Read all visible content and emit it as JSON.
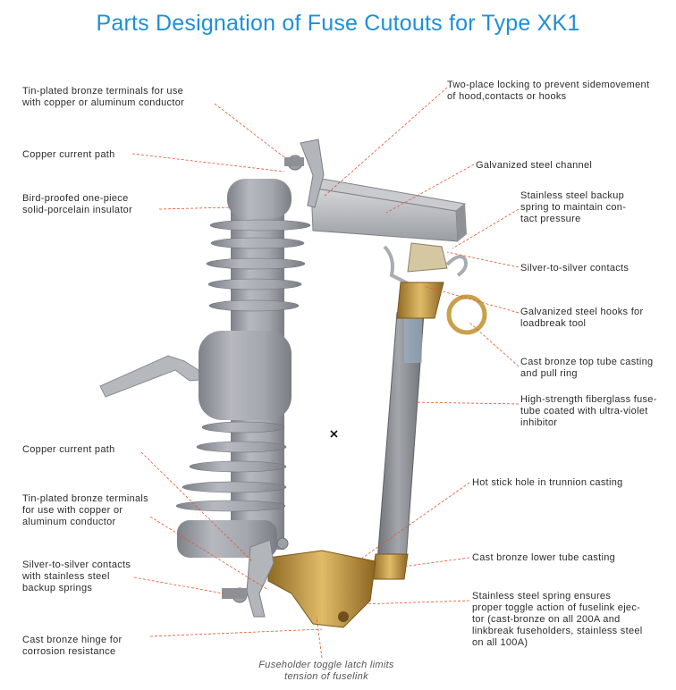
{
  "title": "Parts Designation of Fuse Cutouts for Type XK1",
  "colors": {
    "title": "#1f8fd6",
    "leader": "#e4572e",
    "porcelain": "#9fa3aa",
    "bronze": "#c8a04a",
    "steel": "#b9bcc0",
    "tube": "#8d9196"
  },
  "labels": {
    "tin_top": "Tin-plated bronze terminals for use\nwith copper or aluminum conductor",
    "copper_top": "Copper current path",
    "insulator": "Bird-proofed one-piece\nsolid-porcelain insulator",
    "copper_bottom": "Copper current path",
    "tin_bottom": "Tin-plated bronze terminals\nfor use with copper or\naluminum conductor",
    "silver_left": "Silver-to-silver contacts\nwith stainless steel\nbackup springs",
    "hinge": "Cast bronze hinge for\ncorrosion resistance",
    "toggle_latch": "Fuseholder toggle latch limits\ntension of fuselink",
    "locking": "Two-place locking to prevent sidemovement\nof hood,contacts or hooks",
    "channel": "Galvanized steel channel",
    "backup_spring": "Stainless steel backup\nspring to maintain con-\ntact pressure",
    "silver_right": "Silver-to-silver contacts",
    "hooks": "Galvanized steel hooks for\nloadbreak tool",
    "top_casting": "Cast bronze top tube casting\nand pull ring",
    "fusetube": "High-strength fiberglass fuse-\ntube coated with ultra-violet\ninhibitor",
    "hot_stick": "Hot stick hole in trunnion casting",
    "lower_casting": "Cast bronze lower tube casting",
    "spring_ejector": "Stainless steel spring ensures\nproper toggle action of fuselink ejec-\ntor (cast-bronze on all 200A and\nlinkbreak fuseholders, stainless steel\non all 100A)"
  },
  "icons": [
    "cross-mark-icon"
  ]
}
